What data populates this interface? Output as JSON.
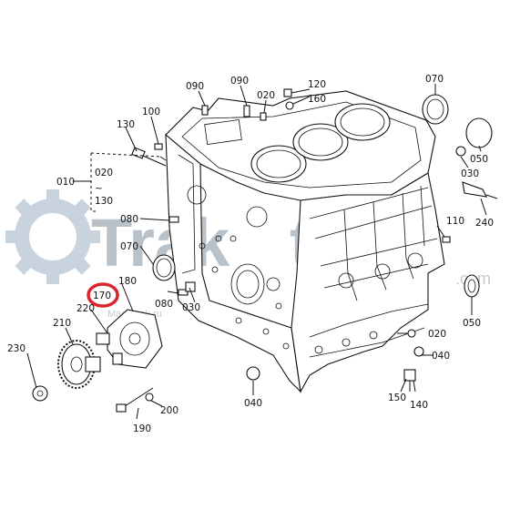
{
  "watermark": {
    "brand": "Trak",
    "brand_suffix": "tor",
    "domain": ".com",
    "small": "Maslenok.ru",
    "colors": {
      "gear": "#c9d3dd",
      "text": "#b9c1c9"
    }
  },
  "highlight": {
    "label": "170",
    "color": "#d9262c"
  },
  "labels": {
    "l010": "010",
    "l020a": "020",
    "l130a": "130",
    "l090a": "090",
    "l090b": "090",
    "l020b": "020",
    "l120": "120",
    "l160": "160",
    "l070a": "070",
    "l100": "100",
    "l130b": "130",
    "l050": "050",
    "l030a": "030",
    "l240": "240",
    "l080a": "080",
    "l070b": "070",
    "l180": "180",
    "l080b": "080",
    "l030b": "030",
    "l220": "220",
    "l210": "210",
    "l230": "230",
    "l110": "110",
    "l050b": "050",
    "l020c": "020",
    "l040a": "040",
    "l040b": "040",
    "l150": "150",
    "l140": "140",
    "l200": "200",
    "l190": "190"
  }
}
